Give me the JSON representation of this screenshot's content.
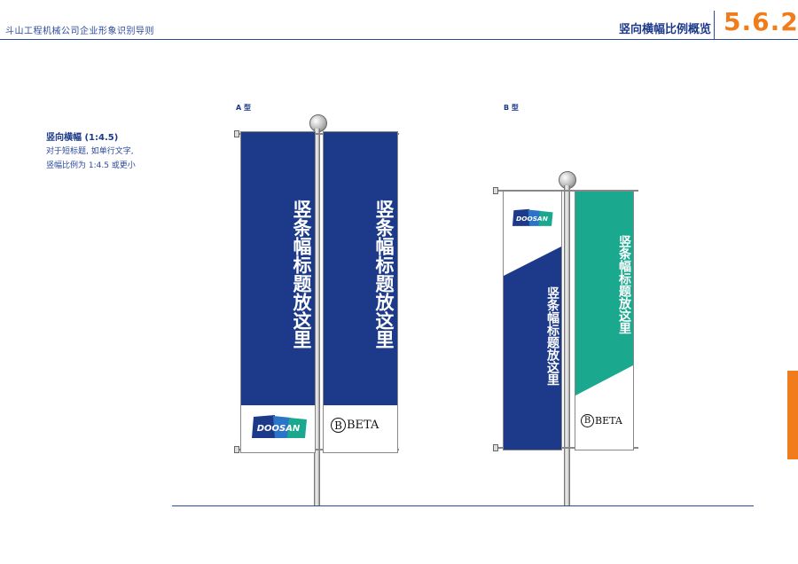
{
  "header": {
    "company": "斗山工程机械公司企业形象识别导则",
    "title": "竖向横幅比例概览",
    "section": "5.6.2"
  },
  "description": {
    "title": "竖向横幅 (1:4.5)",
    "lines": [
      "对于短标题, 如单行文字,",
      "竖幅比例为  1:4.5  或更小"
    ]
  },
  "types": {
    "a": "A 型",
    "b": "B 型"
  },
  "banner_text": "竖条幅标题放这里",
  "logos": {
    "doosan": "DOOSAN",
    "beta": "BETA",
    "beta_initial": "B"
  },
  "colors": {
    "brand_blue": "#1d3a8a",
    "teal": "#1aa88f",
    "orange": "#f07c1b"
  }
}
